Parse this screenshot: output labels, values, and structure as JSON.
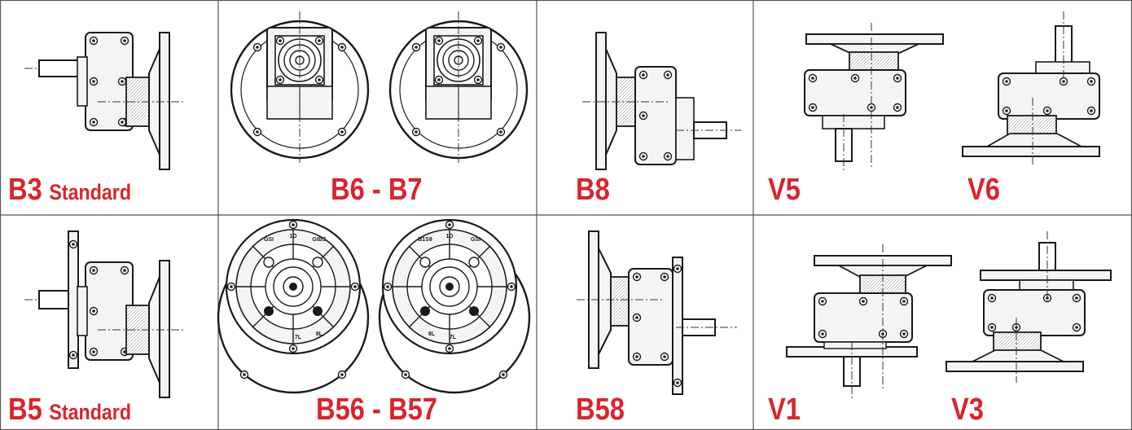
{
  "colors": {
    "label": "#d7262e",
    "line": "#1a1a1a",
    "grid": "#555555",
    "fill": "#f4f4f4"
  },
  "labels": {
    "b3": "B3",
    "b3_sub": "Standard",
    "b6b7": "B6 - B7",
    "b8": "B8",
    "v5": "V5",
    "v6": "V6",
    "b5": "B5",
    "b5_sub": "Standard",
    "b56b57": "B56 - B57",
    "b58": "B58",
    "v1": "V1",
    "v3": "V3"
  },
  "flange_marks": {
    "left": [
      "GSI",
      "1D",
      "GIBS",
      "7L",
      "8L"
    ],
    "right": [
      "B1S9",
      "1D",
      "GSI",
      "8L",
      "7L"
    ]
  }
}
